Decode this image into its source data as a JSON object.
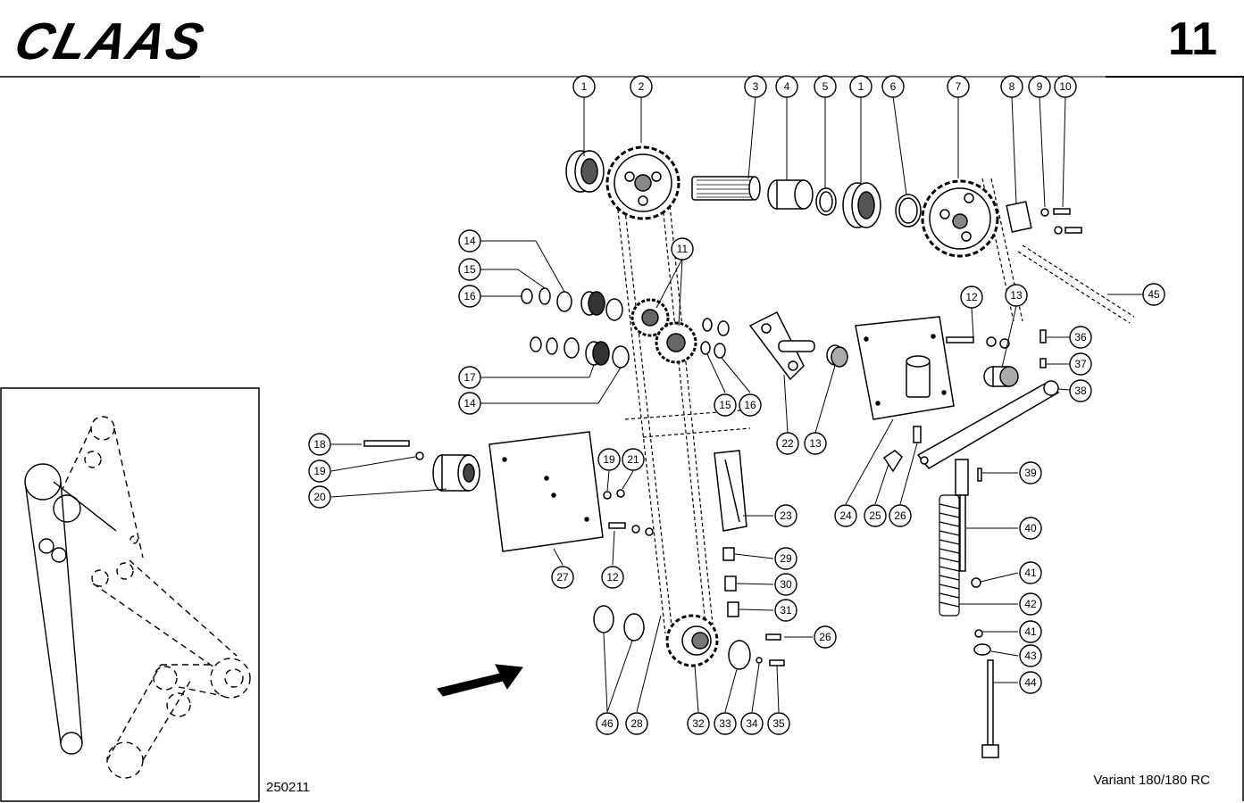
{
  "header": {
    "brand": "CLAAS",
    "page_number": "11"
  },
  "footer": {
    "drawing_number": "250211",
    "model": "Variant 180/180 RC"
  },
  "callouts": [
    {
      "label": "1"
    },
    {
      "label": "2"
    },
    {
      "label": "3"
    },
    {
      "label": "4"
    },
    {
      "label": "5"
    },
    {
      "label": "1"
    },
    {
      "label": "6"
    },
    {
      "label": "7"
    },
    {
      "label": "8"
    },
    {
      "label": "9"
    },
    {
      "label": "10"
    },
    {
      "label": "14"
    },
    {
      "label": "15"
    },
    {
      "label": "16"
    },
    {
      "label": "11"
    },
    {
      "label": "17"
    },
    {
      "label": "14"
    },
    {
      "label": "15"
    },
    {
      "label": "16"
    },
    {
      "label": "22"
    },
    {
      "label": "13"
    },
    {
      "label": "12"
    },
    {
      "label": "13"
    },
    {
      "label": "36"
    },
    {
      "label": "37"
    },
    {
      "label": "38"
    },
    {
      "label": "45"
    },
    {
      "label": "18"
    },
    {
      "label": "19"
    },
    {
      "label": "20"
    },
    {
      "label": "19"
    },
    {
      "label": "21"
    },
    {
      "label": "23"
    },
    {
      "label": "24"
    },
    {
      "label": "25"
    },
    {
      "label": "26"
    },
    {
      "label": "39"
    },
    {
      "label": "40"
    },
    {
      "label": "27"
    },
    {
      "label": "12"
    },
    {
      "label": "29"
    },
    {
      "label": "30"
    },
    {
      "label": "31"
    },
    {
      "label": "41"
    },
    {
      "label": "42"
    },
    {
      "label": "26"
    },
    {
      "label": "41"
    },
    {
      "label": "43"
    },
    {
      "label": "44"
    },
    {
      "label": "46"
    },
    {
      "label": "28"
    },
    {
      "label": "32"
    },
    {
      "label": "33"
    },
    {
      "label": "34"
    },
    {
      "label": "35"
    }
  ]
}
